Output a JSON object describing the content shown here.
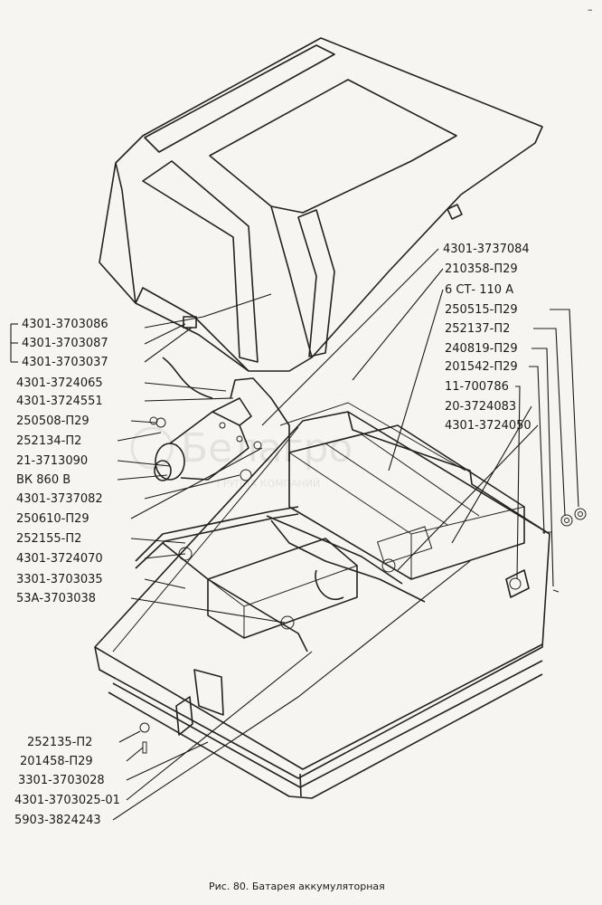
{
  "diagram": {
    "caption": "Рис. 80. Батарея аккумуляторная",
    "corner_mark": "–",
    "watermark": {
      "brand": "Белагро",
      "subtitle": "ГРУППА КОМПАНИЙ"
    },
    "labels_left": [
      "4301-3703086",
      "4301-3703087",
      "4301-3703037",
      "4301-3724065",
      "4301-3724551",
      "250508-П29",
      "252134-П2",
      "21-3713090",
      "ВК 860 В",
      "4301-3737082",
      "250610-П29",
      "252155-П2",
      "4301-3724070",
      "3301-3703035",
      "53А-3703038"
    ],
    "labels_right": [
      "4301-3737084",
      "210358-П29",
      "6 СТ- 110 А",
      "250515-П29",
      "252137-П2",
      "240819-П29",
      "201542-П29",
      "11-700786",
      "20-3724083",
      "4301-3724050"
    ],
    "labels_bottom": [
      "252135-П2",
      "201458-П29",
      "3301-3703028",
      "4301-3703025-01",
      "5903-3824243"
    ]
  }
}
